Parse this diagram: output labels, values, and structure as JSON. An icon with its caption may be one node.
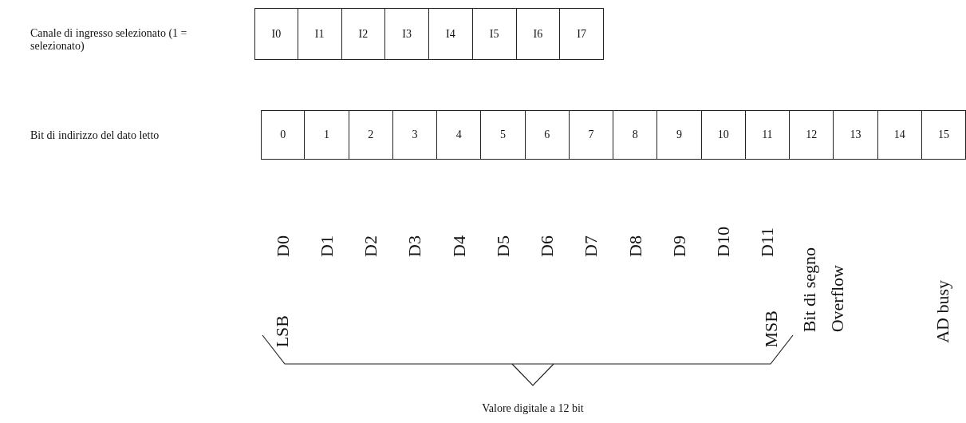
{
  "diagram": {
    "labels": [
      "Canale di ingresso selezionato (1 = selezionato)",
      "I0",
      "I1",
      "I2",
      "I3",
      "I4",
      "I5",
      "I6",
      "I7",
      "Bit di indirizzo del dato letto",
      "0",
      "1",
      "2",
      "3",
      "4",
      "5",
      "6",
      "7",
      "8",
      "9",
      "10",
      "11",
      "12",
      "13",
      "14",
      "15",
      "D0",
      "D1",
      "D2",
      "D3",
      "D4",
      "D5",
      "D6",
      "D7",
      "D8",
      "D9",
      "D10",
      "D11",
      "Bit di segno",
      "Overflow",
      "AD busy",
      "LSB",
      "MSB",
      "Valore digitale a 12 bit"
    ]
  }
}
